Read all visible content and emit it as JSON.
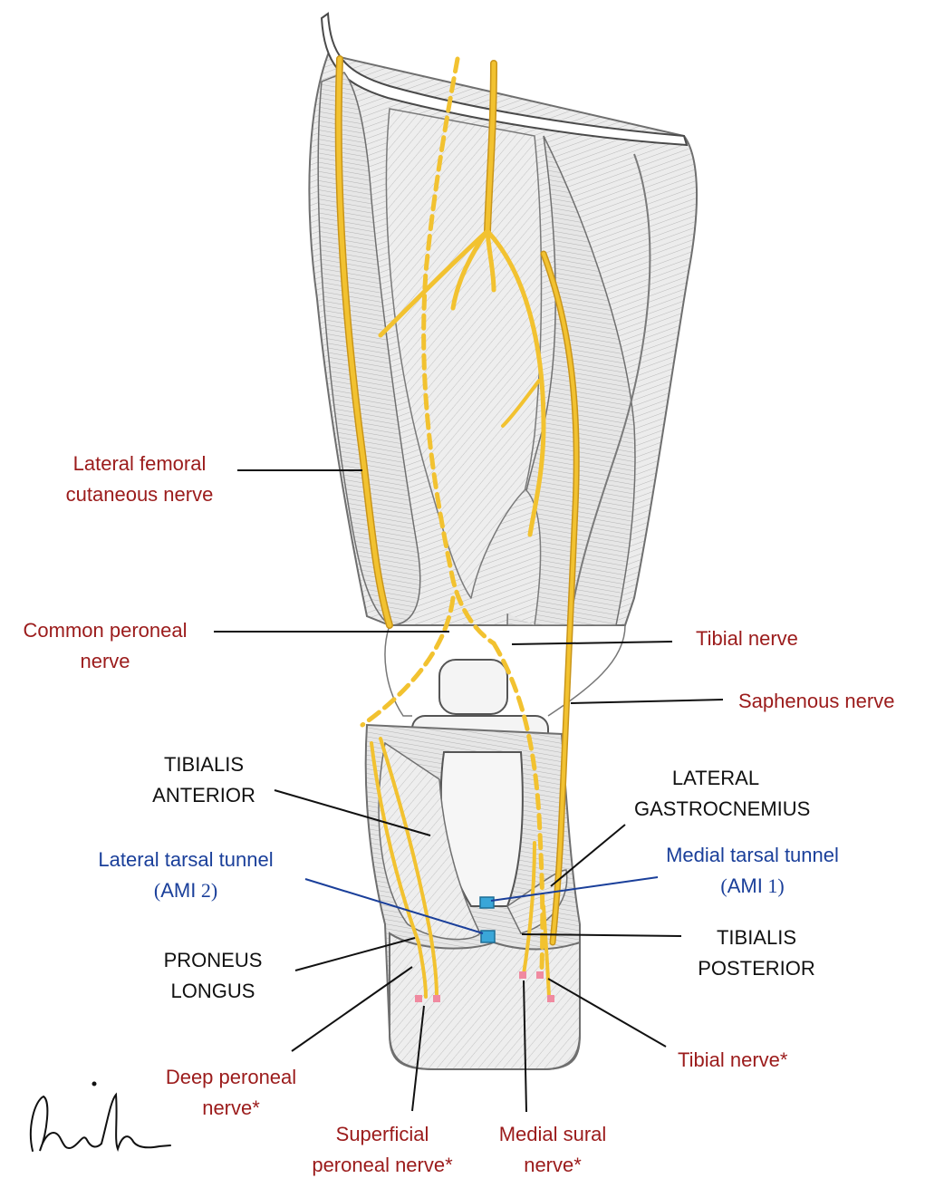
{
  "labels": {
    "lateral_femoral_cutaneous": [
      "Lateral femoral",
      "cutaneous nerve"
    ],
    "common_peroneal": [
      "Common peroneal",
      "nerve"
    ],
    "tibial_nerve": "Tibial nerve",
    "saphenous_nerve": "Saphenous nerve",
    "tibialis_anterior": [
      "TIBIALIS",
      "ANTERIOR"
    ],
    "lateral_gastrocnemius": [
      "LATERAL",
      "GASTROCNEMIUS"
    ],
    "lateral_tarsal_tunnel": "Lateral tarsal tunnel",
    "lateral_tarsal_tunnel_ami": {
      "open": "(",
      "name": "AMI",
      "num": " 2",
      "close": ")"
    },
    "medial_tarsal_tunnel": "Medial tarsal tunnel",
    "medial_tarsal_tunnel_ami": {
      "open": "(",
      "name": "AMI",
      "num": " 1",
      "close": ")"
    },
    "proneus_longus": [
      "PRONEUS",
      "LONGUS"
    ],
    "tibialis_posterior": [
      "TIBIALIS",
      "POSTERIOR"
    ],
    "deep_peroneal": [
      "Deep peroneal",
      "nerve*"
    ],
    "tibial_nerve_star": "Tibial nerve*",
    "superficial_peroneal": [
      "Superficial",
      "peroneal nerve*"
    ],
    "medial_sural": [
      "Medial sural",
      "nerve*"
    ]
  },
  "colors": {
    "nerve": "#f2c230",
    "nerve_outline": "#c9951a",
    "label_red": "#9b1b1b",
    "label_blue": "#1a3f9a",
    "label_black": "#111111",
    "tunnel": "#3aa6d8",
    "nerve_end": "#f08aa0",
    "sketch": "#8a8a8a"
  }
}
